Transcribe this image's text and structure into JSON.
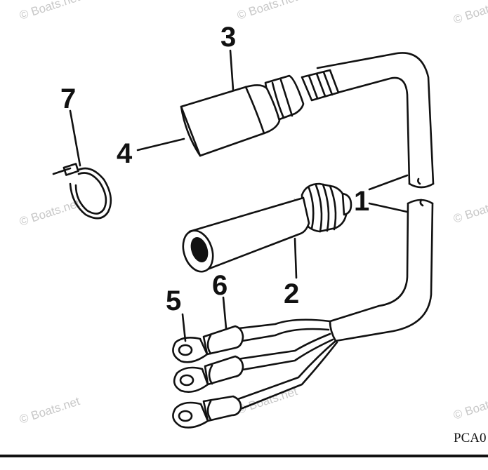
{
  "diagram": {
    "callouts": [
      {
        "id": "1",
        "label": "1"
      },
      {
        "id": "2",
        "label": "2"
      },
      {
        "id": "3",
        "label": "3"
      },
      {
        "id": "4",
        "label": "4"
      },
      {
        "id": "5",
        "label": "5"
      },
      {
        "id": "6",
        "label": "6"
      },
      {
        "id": "7",
        "label": "7"
      }
    ],
    "watermark": "© Boats.net",
    "figure_code": "PCA0"
  },
  "colors": {
    "ink": "#111111",
    "paper": "#ffffff",
    "watermark": "#c8c8c8"
  }
}
